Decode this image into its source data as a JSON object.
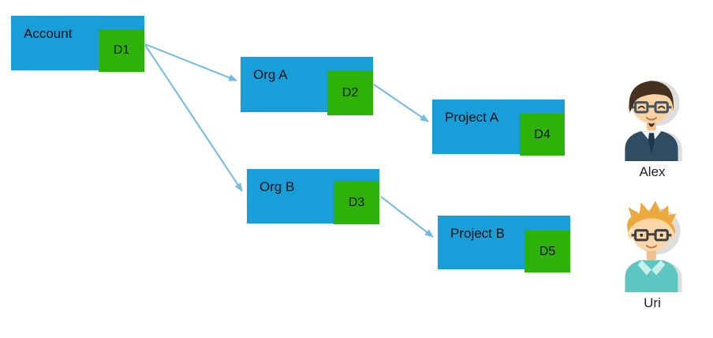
{
  "diagram": {
    "colors": {
      "node_fill": "#1A9EDA",
      "badge_fill": "#2DB20A",
      "arrow": "#70BAE8",
      "text": "#111111"
    },
    "nodes": [
      {
        "label": "Account",
        "badge": "D1"
      },
      {
        "label": "Org A",
        "badge": "D2"
      },
      {
        "label": "Org B",
        "badge": "D3"
      },
      {
        "label": "Project A",
        "badge": "D4"
      },
      {
        "label": "Project B",
        "badge": "D5"
      }
    ],
    "edges": [
      {
        "from": "D1",
        "to": "Org A"
      },
      {
        "from": "D1",
        "to": "Org B"
      },
      {
        "from": "D2",
        "to": "Project A"
      },
      {
        "from": "D3",
        "to": "Project B"
      }
    ]
  },
  "users": [
    {
      "name": "Alex"
    },
    {
      "name": "Uri"
    }
  ]
}
